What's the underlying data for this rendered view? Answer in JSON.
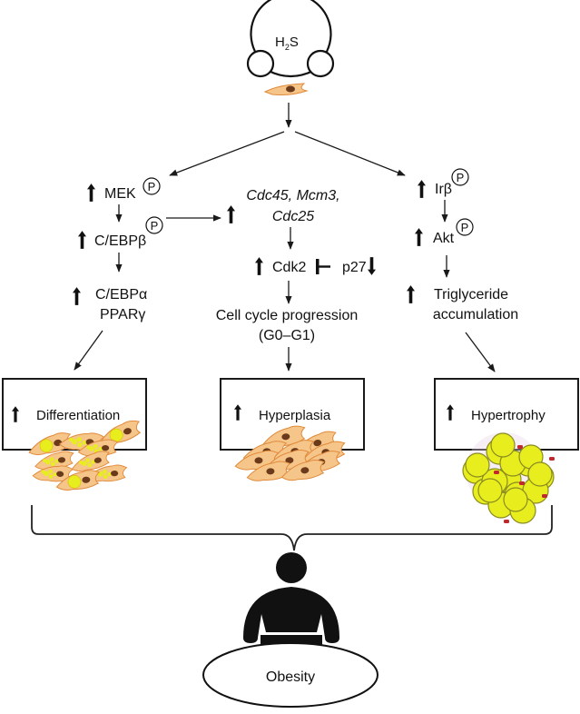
{
  "title": "H2S-induced adipogenesis pathways leading to obesity",
  "source": {
    "label_main": "H",
    "label_sub": "2",
    "label_end": "S"
  },
  "left_branch": {
    "mek": "MEK",
    "cebpb": "C/EBPβ",
    "cebpa": "C/EBPα",
    "ppar": "PPARγ",
    "phospho": "P",
    "outcome": "Differentiation"
  },
  "middle_branch": {
    "genes_line1": "Cdc45, Mcm3,",
    "genes_line2": "Cdc25",
    "cdk2": "Cdk2",
    "p27": "p27",
    "cycle_line1": "Cell cycle progression",
    "cycle_line2": "(G0–G1)",
    "outcome": "Hyperplasia"
  },
  "right_branch": {
    "irb": "Irβ",
    "akt": "Akt",
    "phospho": "P",
    "tg_line1": "Triglyceride",
    "tg_line2": "accumulation",
    "outcome": "Hypertrophy"
  },
  "result": {
    "label": "Obesity"
  },
  "icons": {
    "up": "up-arrow-icon",
    "down": "down-arrow-icon",
    "inhibit": "inhibition-icon",
    "phospho": "phosphorylation-icon"
  },
  "colors": {
    "cell_fill": "#f6c58a",
    "cell_stroke": "#e08a3a",
    "nucleus": "#6b3a1a",
    "lipid": "#e8ee1e",
    "adipocyte_red": "#c0282c"
  }
}
